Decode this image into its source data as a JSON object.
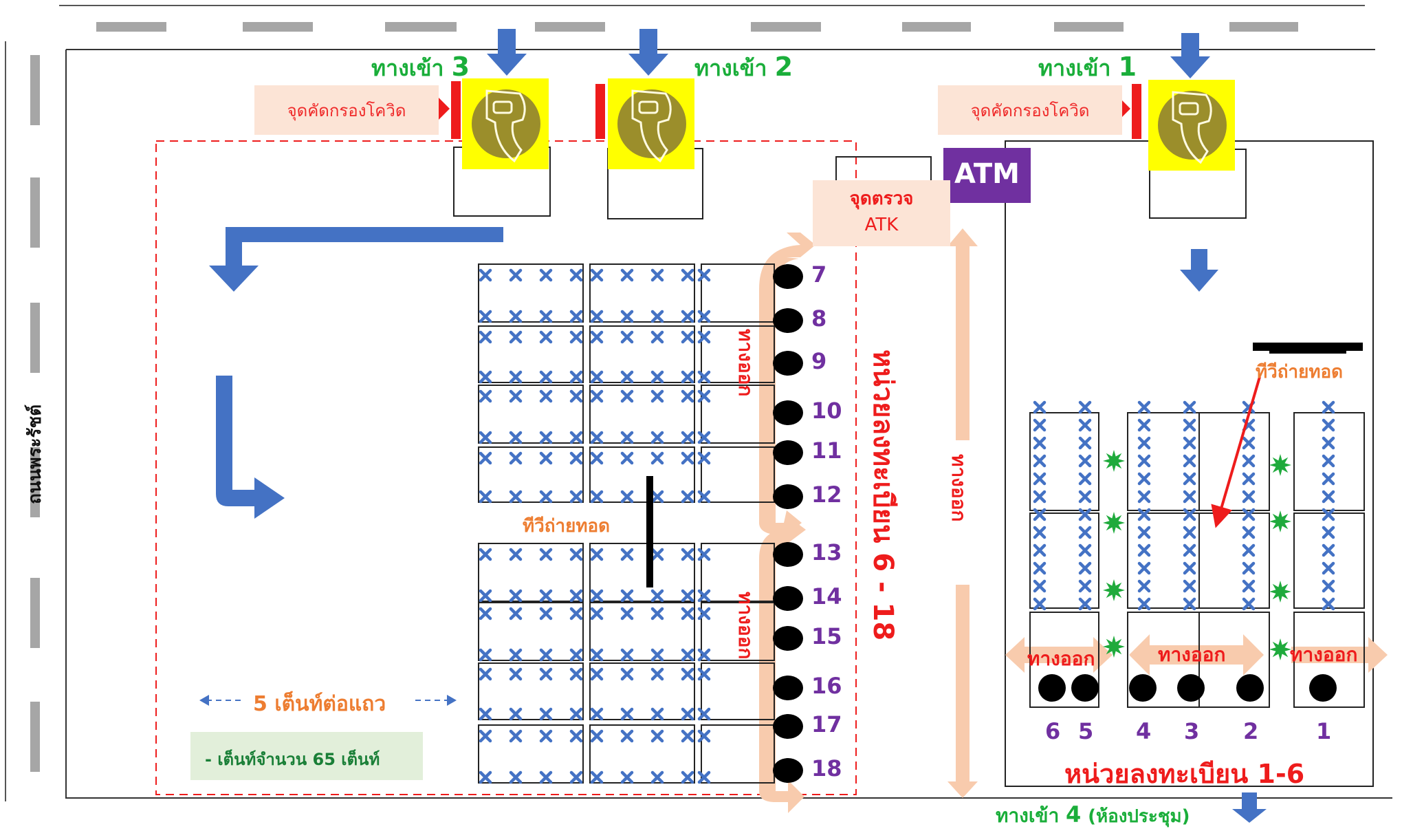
{
  "entrances": {
    "e3": {
      "text": "ทางเข้า",
      "num": "3"
    },
    "e2": {
      "text": "ทางเข้า",
      "num": "2"
    },
    "e1": {
      "text": "ทางเข้า",
      "num": "1"
    },
    "e4": {
      "text": "ทางเข้า",
      "num": "4",
      "suffix": "(ห้องประชุม)"
    }
  },
  "screening": {
    "left": "จุดคัดกรองโควิด",
    "right": "จุดคัดกรองโควิด"
  },
  "atm": "ATM",
  "atk": {
    "line1": "จุดตรวจ",
    "line2": "ATK"
  },
  "road_name": "ถนนพระรัชต์",
  "exit_label": "ทางออก",
  "dvd_label": "ทีวีถ่ายทอด",
  "zone_left_title": "หน่วยลงทะเบียน 6 - 18",
  "zone_right_title": "หน่วยลงทะเบียน 1-6",
  "tent_row_note": "5 เต็นท์ต่อแถว",
  "tent_count_note": "- เต็นท์จำนวน 65 เต็นท์",
  "left_units": [
    "7",
    "8",
    "9",
    "10",
    "11",
    "12",
    "13",
    "14",
    "15",
    "16",
    "17",
    "18"
  ],
  "right_units": [
    "6",
    "5",
    "4",
    "3",
    "2",
    "1"
  ],
  "colors": {
    "entrance_green": "#1aae3a",
    "arrow_blue": "#4472c4",
    "screen_fill": "#fce4d6",
    "alert_red": "#ee1c1c",
    "atm_purple": "#7030a0",
    "exit_peach": "#f8cbad",
    "scanner_yellow": "#ffff00",
    "mark_blue": "#4472c4",
    "star_green": "#1faa3c",
    "note_green_bg": "#e2efda",
    "label_orange": "#ed7d31",
    "unit_purple": "#7030a0"
  }
}
